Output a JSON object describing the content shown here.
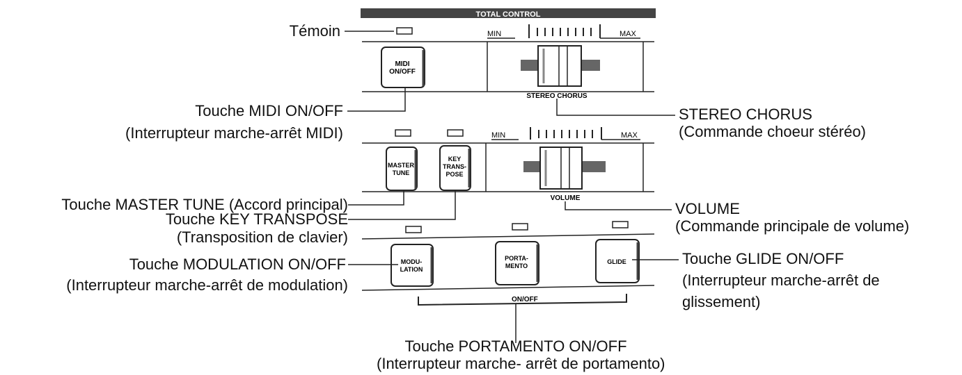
{
  "panel": {
    "title": "TOTAL CONTROL",
    "min_label": "MIN",
    "max_label": "MAX",
    "stereo_chorus_label": "STEREO CHORUS",
    "volume_label": "VOLUME",
    "onoff_label": "ON/OFF"
  },
  "buttons": {
    "midi": [
      "MIDI",
      "ON/OFF"
    ],
    "master_tune": [
      "MASTER",
      "TUNE"
    ],
    "key_transpose": [
      "KEY",
      "TRANS-",
      "POSE"
    ],
    "modulation": [
      "MODU-",
      "LATION"
    ],
    "portamento": [
      "PORTA-",
      "MENTO"
    ],
    "glide": [
      "GLIDE"
    ]
  },
  "callouts": {
    "temoin": "Témoin",
    "midi_1": "Touche MIDI ON/OFF",
    "midi_2": "(Interrupteur marche-arrêt MIDI)",
    "stereo_1": "STEREO CHORUS",
    "stereo_2": "(Commande choeur stéréo)",
    "master_tune": "Touche MASTER TUNE (Accord principal)",
    "key_1": "Touche KEY TRANSPOSE",
    "key_2": "(Transposition de clavier)",
    "volume_1": "VOLUME",
    "volume_2": "(Commande principale de volume)",
    "modulation_1": "Touche MODULATION ON/OFF",
    "modulation_2": "(Interrupteur marche-arrêt de modulation)",
    "glide_1": "Touche GLIDE ON/OFF",
    "glide_2": "(Interrupteur marche-arrêt de",
    "glide_3": "glissement)",
    "portamento_1": "Touche PORTAMENTO ON/OFF",
    "portamento_2": "(Interrupteur marche- arrêt de portamento)"
  }
}
